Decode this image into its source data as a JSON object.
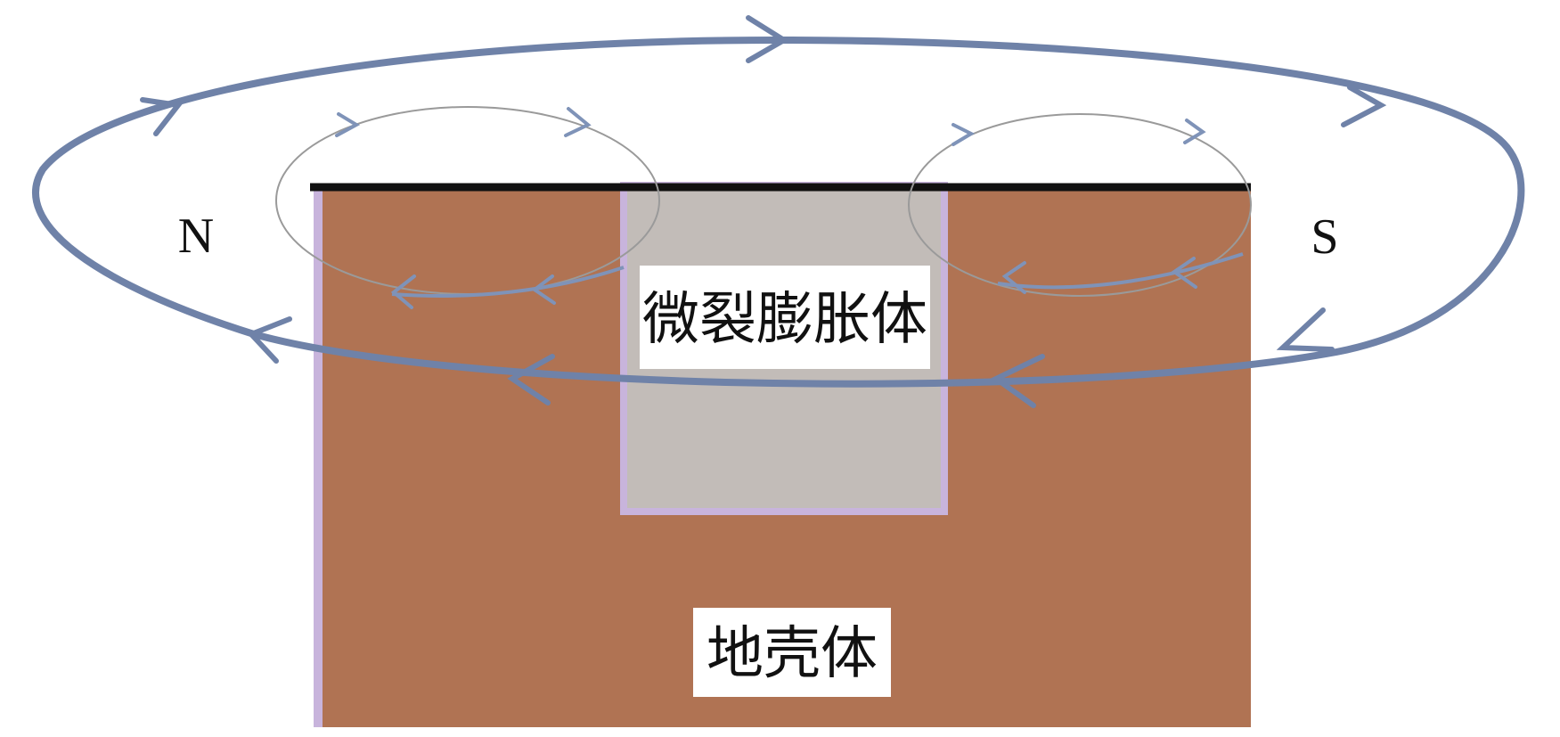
{
  "labels": {
    "north_pole": "N",
    "south_pole": "S",
    "micro_crack_body": "微裂膨胀体",
    "crust_body": "地壳体"
  },
  "colors": {
    "background": "#ffffff",
    "crust_fill": "#b07353",
    "crack_fill": "#c2bcb8",
    "crack_border": "#c8b4dc",
    "surface_line": "#111111",
    "large_field_loop": "#6f82a8",
    "small_field_loop": "#9a9a9a",
    "small_loop_arrows": "#7f93b8",
    "label_box": "#ffffff",
    "text": "#111111"
  },
  "icons": {
    "field_direction_marker": "arrowhead-icon"
  }
}
